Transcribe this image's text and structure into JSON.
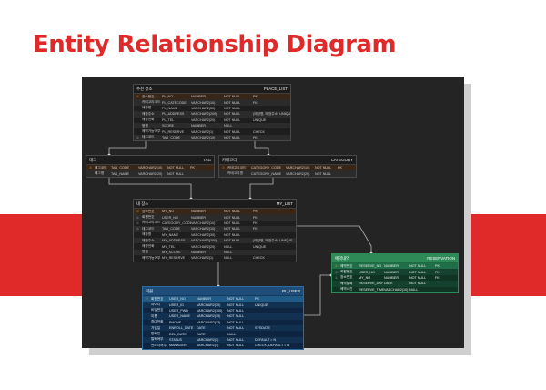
{
  "page": {
    "title": "Entity Relationship Diagram"
  },
  "tables": [
    {
      "id": "place_list",
      "theme": "dark",
      "title_left": "추천 장소",
      "title_right": "PLACE_LIST",
      "rows": [
        {
          "mark": "pk",
          "label": "장소번호",
          "column": "PL_NO",
          "type": "NUMBER",
          "nullable": "NOT NULL",
          "key": "PK"
        },
        {
          "mark": "",
          "label": "카테고리코드",
          "column": "PL_CATECODE",
          "type": "VARCHAR2(10)",
          "nullable": "NOT NULL",
          "key": "FK"
        },
        {
          "mark": "",
          "label": "매장명",
          "column": "PL_NAME",
          "type": "VARCHAR2(30)",
          "nullable": "NOT NULL",
          "key": ""
        },
        {
          "mark": "",
          "label": "매장주소",
          "column": "PL_ADDRESS",
          "type": "VARCHAR2(200)",
          "nullable": "NOT NULL",
          "key": "(매장명, 매장주소) UNIQUE"
        },
        {
          "mark": "",
          "label": "매장전화",
          "column": "PL_TEL",
          "type": "VARCHAR2(20)",
          "nullable": "NOT NULL",
          "key": "UNIQUE"
        },
        {
          "mark": "",
          "label": "평점",
          "column": "SCORE",
          "type": "NUMBER",
          "nullable": "NULL",
          "key": ""
        },
        {
          "mark": "",
          "label": "예약가능여부",
          "column": "PL_RESERVE",
          "type": "VARCHAR2(1)",
          "nullable": "NOT NULL",
          "key": "CHECK"
        },
        {
          "mark": "fk",
          "label": "태그코드",
          "column": "TAG_CODE",
          "type": "VARCHAR2(10)",
          "nullable": "NOT NULL",
          "key": "FK"
        }
      ]
    },
    {
      "id": "tag",
      "theme": "dark",
      "title_left": "태그",
      "title_right": "TAG",
      "rows": [
        {
          "mark": "pk",
          "label": "태그코드",
          "column": "TAG_CODE",
          "type": "VARCHAR2(10)",
          "nullable": "NOT NULL",
          "key": "PK"
        },
        {
          "mark": "",
          "label": "태그명",
          "column": "TAG_NAME",
          "type": "VARCHAR2(20)",
          "nullable": "NOT NULL",
          "key": ""
        }
      ]
    },
    {
      "id": "category",
      "theme": "dark",
      "title_left": "카테고리",
      "title_right": "CATEGORY",
      "rows": [
        {
          "mark": "pk",
          "label": "카테고리코드",
          "column": "CATEGORY_CODE",
          "type": "VARCHAR2(10)",
          "nullable": "NOT NULL",
          "key": "PK"
        },
        {
          "mark": "",
          "label": "카테고리명",
          "column": "CATEGORY_NAME",
          "type": "VARCHAR2(20)",
          "nullable": "NOT NULL",
          "key": ""
        }
      ]
    },
    {
      "id": "my_list",
      "theme": "dark",
      "title_left": "내 장소",
      "title_right": "MY_LIST",
      "rows": [
        {
          "mark": "pk",
          "label": "장소번호",
          "column": "MY_NO",
          "type": "NUMBER",
          "nullable": "NOT NULL",
          "key": "PK"
        },
        {
          "mark": "fk",
          "label": "회원번호",
          "column": "USER_NO",
          "type": "NUMBER",
          "nullable": "NOT NULL",
          "key": "FK"
        },
        {
          "mark": "fk",
          "label": "카테고리코드",
          "column": "CATEGORY_CODE",
          "type": "VARCHAR2(10)",
          "nullable": "NOT NULL",
          "key": "FK"
        },
        {
          "mark": "fk",
          "label": "태그코드",
          "column": "TAG_CODE",
          "type": "VARCHAR2(10)",
          "nullable": "NOT NULL",
          "key": "FK"
        },
        {
          "mark": "",
          "label": "매장명",
          "column": "MY_NAME",
          "type": "VARCHAR2(30)",
          "nullable": "NOT NULL",
          "key": ""
        },
        {
          "mark": "",
          "label": "매장주소",
          "column": "MY_ADDRESS",
          "type": "VARCHAR2(200)",
          "nullable": "NOT NULL",
          "key": "(매장명, 매장주소) UNIQUE"
        },
        {
          "mark": "",
          "label": "매장전화",
          "column": "MY_TEL",
          "type": "VARCHAR2(20)",
          "nullable": "NULL",
          "key": "UNIQUE"
        },
        {
          "mark": "",
          "label": "평점",
          "column": "MY_SCORE",
          "type": "NUMBER",
          "nullable": "NULL",
          "key": ""
        },
        {
          "mark": "",
          "label": "예약가능여부",
          "column": "MY_RESERVE",
          "type": "VARCHAR2(1)",
          "nullable": "NULL",
          "key": "CHECK"
        }
      ]
    },
    {
      "id": "reservation",
      "theme": "green",
      "title_left": "예약내역",
      "title_right": "RESERVATION",
      "rows": [
        {
          "mark": "pk",
          "label": "예약번호",
          "column": "RESERVE_NO",
          "type": "NUMBER",
          "nullable": "NOT NULL",
          "key": "PK"
        },
        {
          "mark": "fk",
          "label": "회원번호",
          "column": "USER_NO",
          "type": "NUMBER",
          "nullable": "NOT NULL",
          "key": "FK"
        },
        {
          "mark": "fk",
          "label": "장소번호",
          "column": "MY_NO",
          "type": "NUMBER",
          "nullable": "NOT NULL",
          "key": "FK"
        },
        {
          "mark": "",
          "label": "예약날짜",
          "column": "RESERVE_DAY",
          "type": "DATE",
          "nullable": "NOT NULL",
          "key": ""
        },
        {
          "mark": "",
          "label": "예약시간",
          "column": "RESERVE_TIME",
          "type": "VARCHAR2(10)",
          "nullable": "NULL",
          "key": ""
        }
      ]
    },
    {
      "id": "pl_user",
      "theme": "blue",
      "title_left": "회원",
      "title_right": "PL_USER",
      "rows": [
        {
          "mark": "pk",
          "label": "회원번호",
          "column": "USER_NO",
          "type": "NUMBER",
          "nullable": "NOT NULL",
          "key": "PK"
        },
        {
          "mark": "",
          "label": "아이디",
          "column": "USER_ID",
          "type": "VARCHAR2(30)",
          "nullable": "NOT NULL",
          "key": "UNIQUE"
        },
        {
          "mark": "",
          "label": "비밀번호",
          "column": "USER_PWD",
          "type": "VARCHAR2(100)",
          "nullable": "NOT NULL",
          "key": ""
        },
        {
          "mark": "",
          "label": "이름",
          "column": "USER_NAME",
          "type": "VARCHAR2(15)",
          "nullable": "NOT NULL",
          "key": ""
        },
        {
          "mark": "",
          "label": "휴대전화",
          "column": "PHONE",
          "type": "VARCHAR2(13)",
          "nullable": "NOT NULL",
          "key": ""
        },
        {
          "mark": "",
          "label": "가입일",
          "column": "ENROLL_DATE",
          "type": "DATE",
          "nullable": "NOT NULL",
          "key": "SYSDATE"
        },
        {
          "mark": "",
          "label": "탈퇴일",
          "column": "DEL_DATE",
          "type": "DATE",
          "nullable": "NULL",
          "key": ""
        },
        {
          "mark": "",
          "label": "탈퇴여부",
          "column": "STATUS",
          "type": "VARCHAR2(1)",
          "nullable": "NOT NULL",
          "key": "DEFAULT = N"
        },
        {
          "mark": "",
          "label": "관리자여부",
          "column": "MANAGER",
          "type": "VARCHAR2(1)",
          "nullable": "NOT NULL",
          "key": "CHECK, DEFAULT = N"
        }
      ]
    }
  ]
}
